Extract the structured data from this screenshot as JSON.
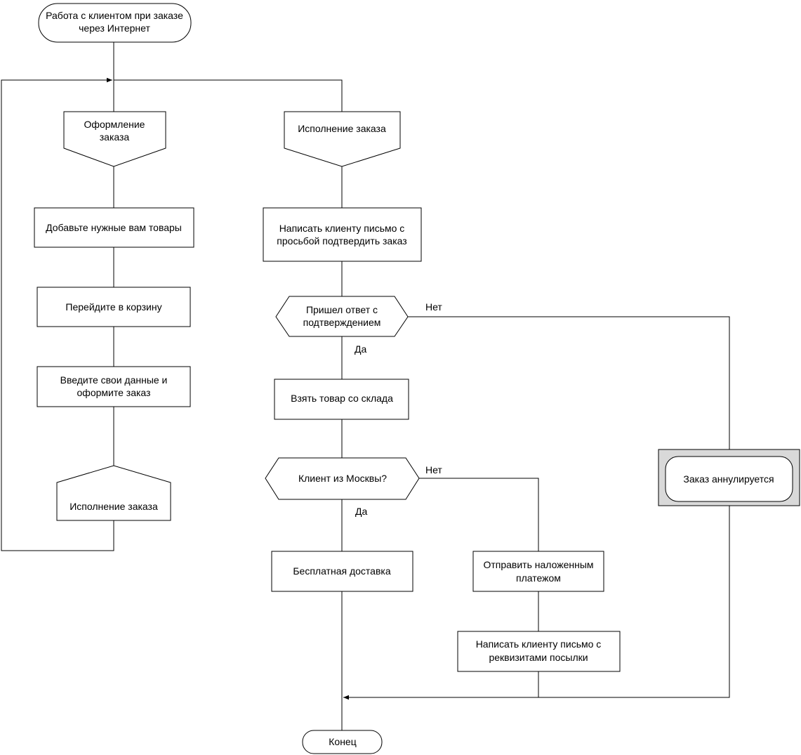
{
  "start": {
    "line1": "Работа с клиентом при заказе",
    "line2": "через Интернет"
  },
  "left_column": {
    "order_form": {
      "line1": "Оформление",
      "line2": "заказа"
    },
    "add_items": "Добавьте нужные вам товары",
    "go_cart": "Перейдите в корзину",
    "enter_data": {
      "line1": "Введите свои данные и",
      "line2": "оформите заказ"
    },
    "execution_ref": "Исполнение заказа"
  },
  "middle_column": {
    "execution_header": "Исполнение заказа",
    "write_confirm": {
      "line1": "Написать клиенту письмо с",
      "line2": "просьбой  подтвердить заказ"
    },
    "decision_confirm": {
      "line1": "Пришел ответ с",
      "line2": "подтверждением"
    },
    "take_goods": "Взять товар со склада",
    "decision_moscow": "Клиент из Москвы?",
    "free_delivery": "Бесплатная доставка"
  },
  "right_branch": {
    "cod": {
      "line1": "Отправить наложенным",
      "line2": "платежом"
    },
    "write_details": {
      "line1": "Написать клиенту письмо с",
      "line2": "реквизитами посылки"
    }
  },
  "cancel": "Заказ аннулируется",
  "labels": {
    "yes1": "Да",
    "no1": "Нет",
    "yes2": "Да",
    "no2": "Нет"
  },
  "end": "Конец"
}
